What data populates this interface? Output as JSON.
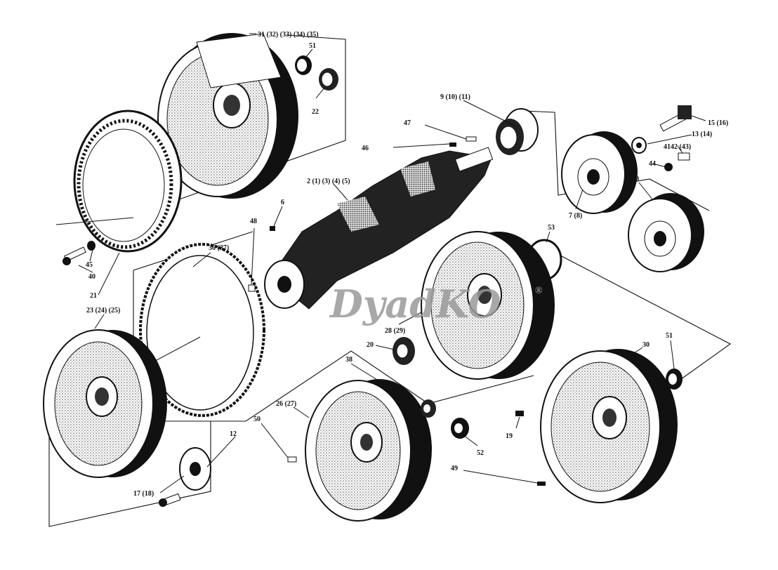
{
  "watermark": {
    "text": "DyadKO",
    "mark": "®"
  },
  "colors": {
    "ink": "#111111",
    "stipple": "#6e6e6e",
    "paper": "#ffffff",
    "watermark": "#9a9a9a"
  },
  "labels": {
    "l31": "31 (32) (33) (34) (35)",
    "l51a": "51",
    "l22": "22",
    "l9": "9 (10) (11)",
    "l15": "15 (16)",
    "l13": "13 (14)",
    "l47": "47",
    "l46": "46",
    "l4142": "4142 (43)",
    "l44": "44",
    "l39": "39",
    "l2": "2 (1) (3) (4) (5)",
    "l7": "7 (8)",
    "l6": "6",
    "l48": "48",
    "l53": "53",
    "l36": "36 (37)",
    "l45": "45",
    "l40": "40",
    "l21": "21",
    "l23": "23 (24) (25)",
    "l28": "28 (29)",
    "l20": "20",
    "l30": "30",
    "l51b": "51",
    "l38": "38",
    "l26": "26 (27)",
    "l50": "50",
    "l12": "12",
    "l19": "19",
    "l52": "52",
    "l49": "49",
    "l17": "17 (18)"
  }
}
